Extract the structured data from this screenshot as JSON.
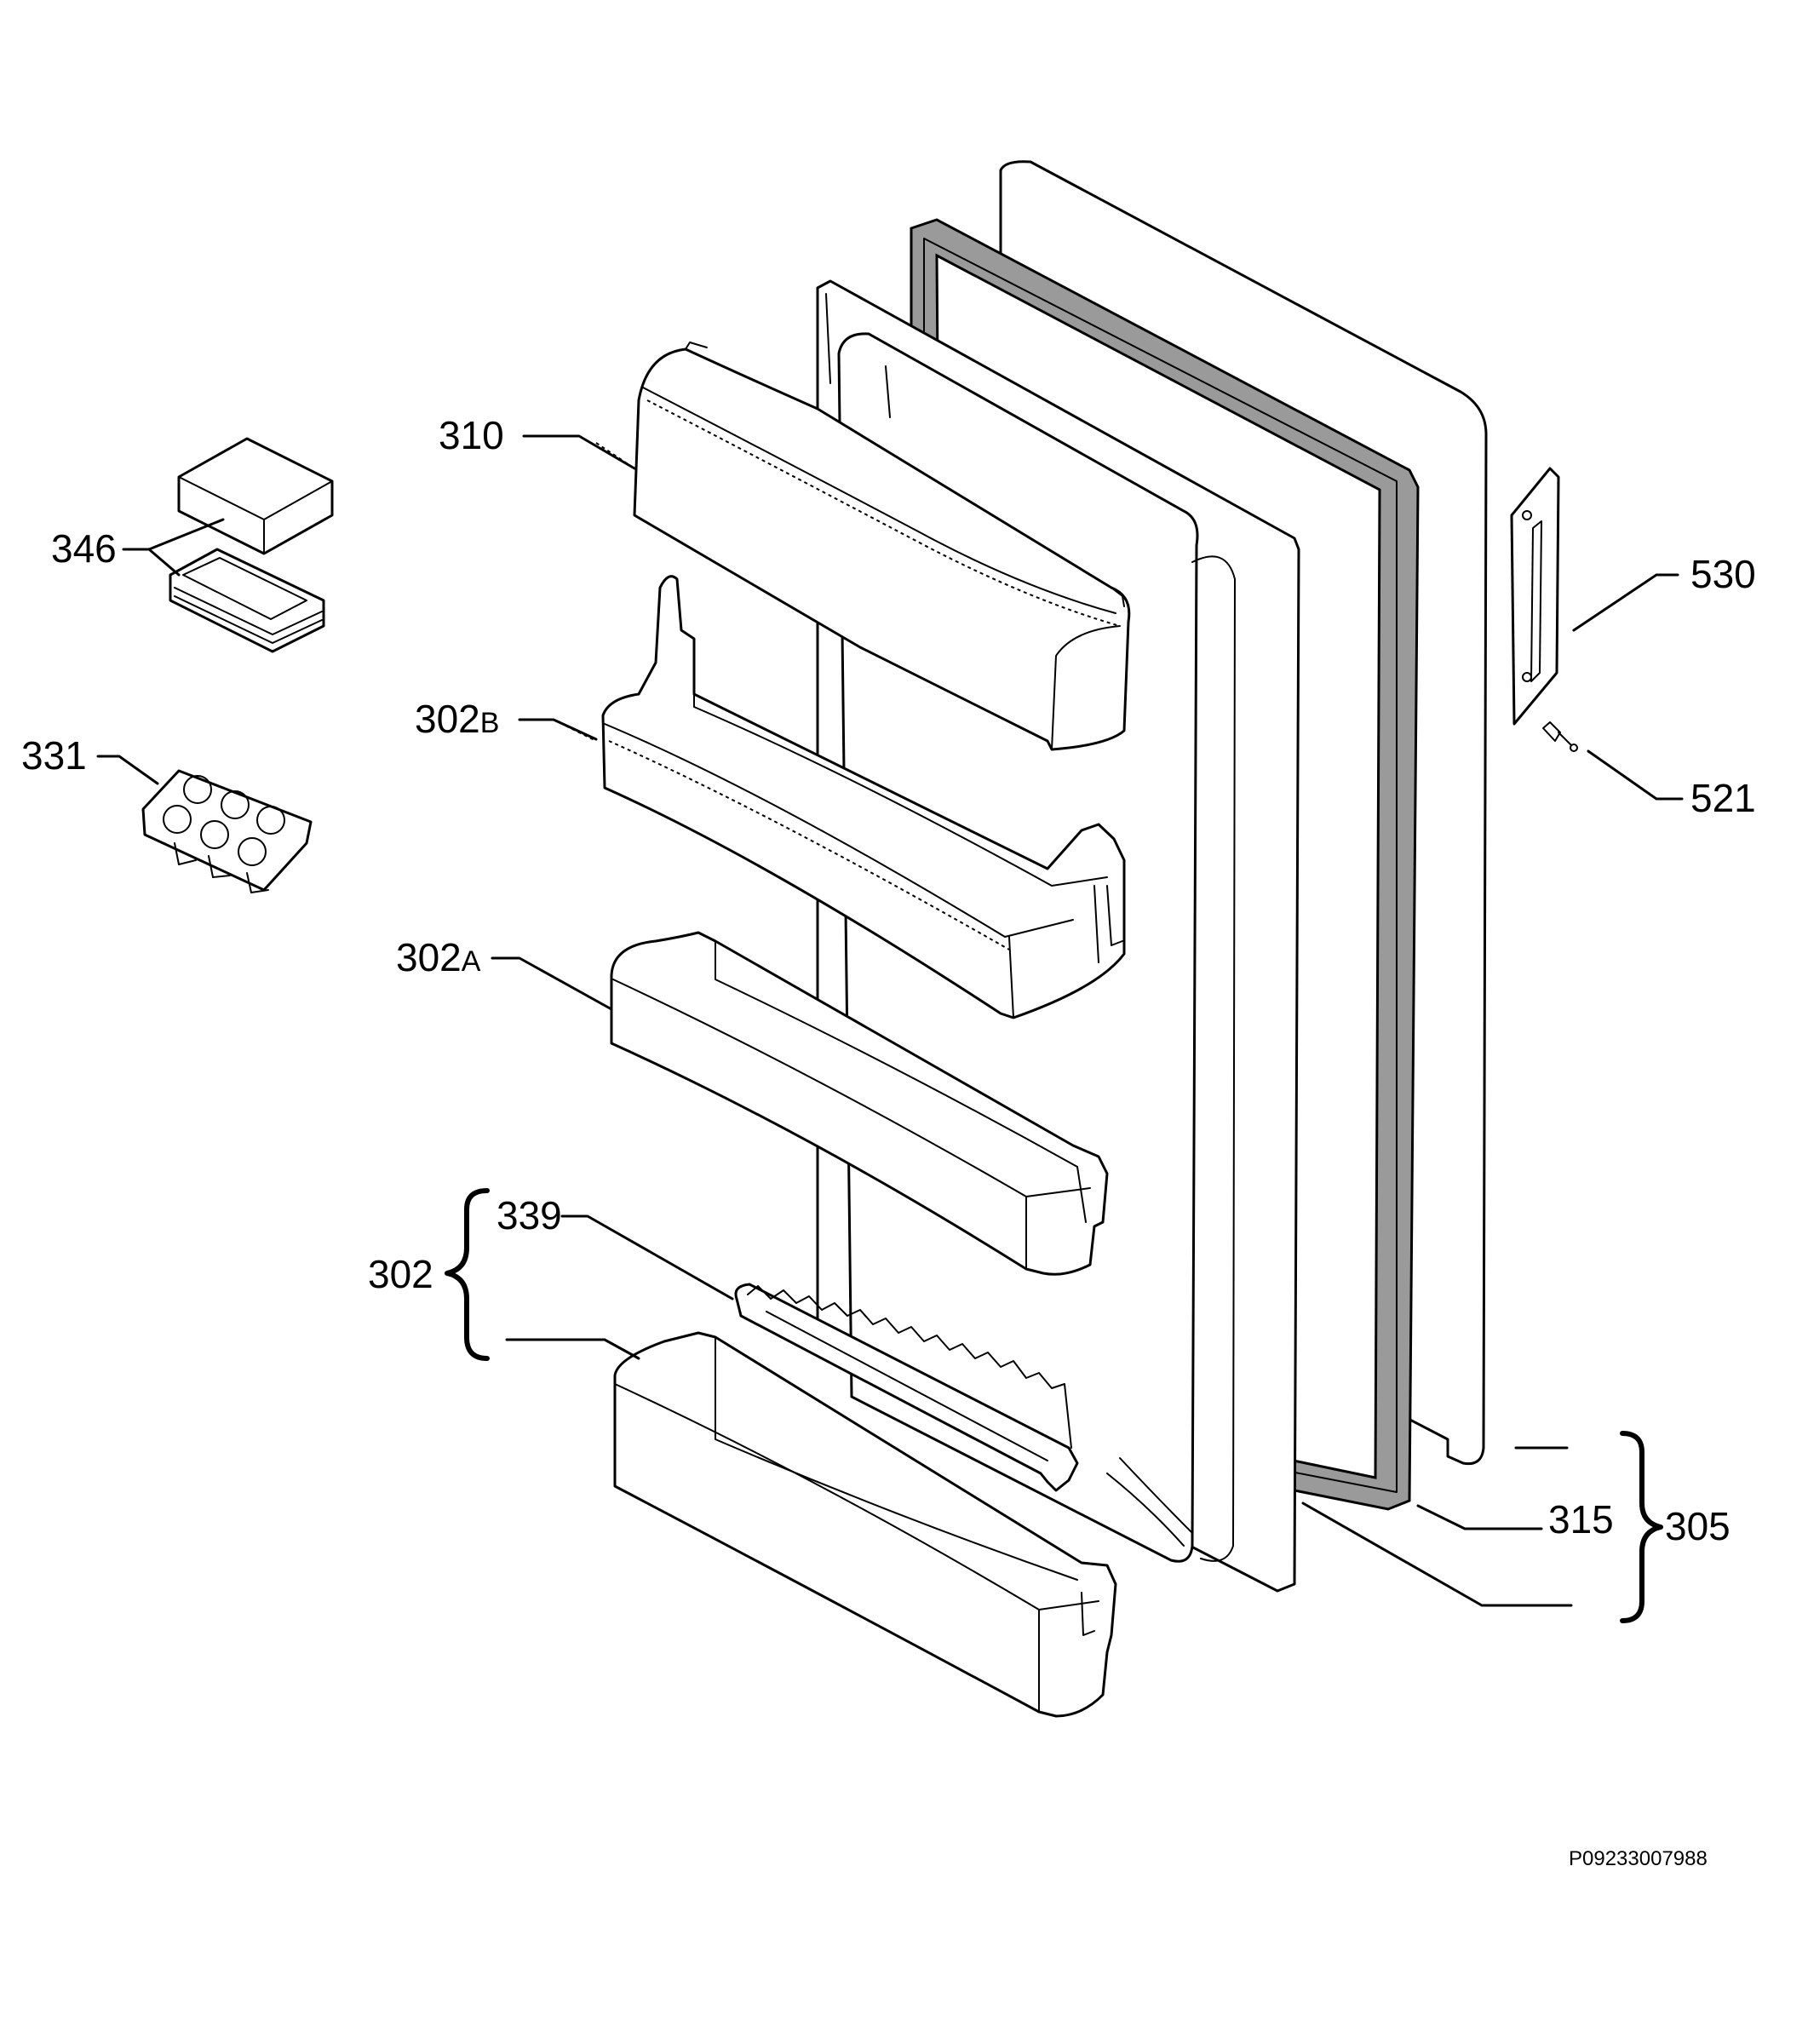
{
  "diagram": {
    "callouts": {
      "c310": "310",
      "c346": "346",
      "c302B_num": "302",
      "c302B_suffix": "B",
      "c331": "331",
      "c302A_num": "302",
      "c302A_suffix": "A",
      "c339": "339",
      "c302": "302",
      "c530": "530",
      "c521": "521",
      "c315": "315",
      "c305": "305"
    },
    "drawing_code": "P09233007988"
  }
}
